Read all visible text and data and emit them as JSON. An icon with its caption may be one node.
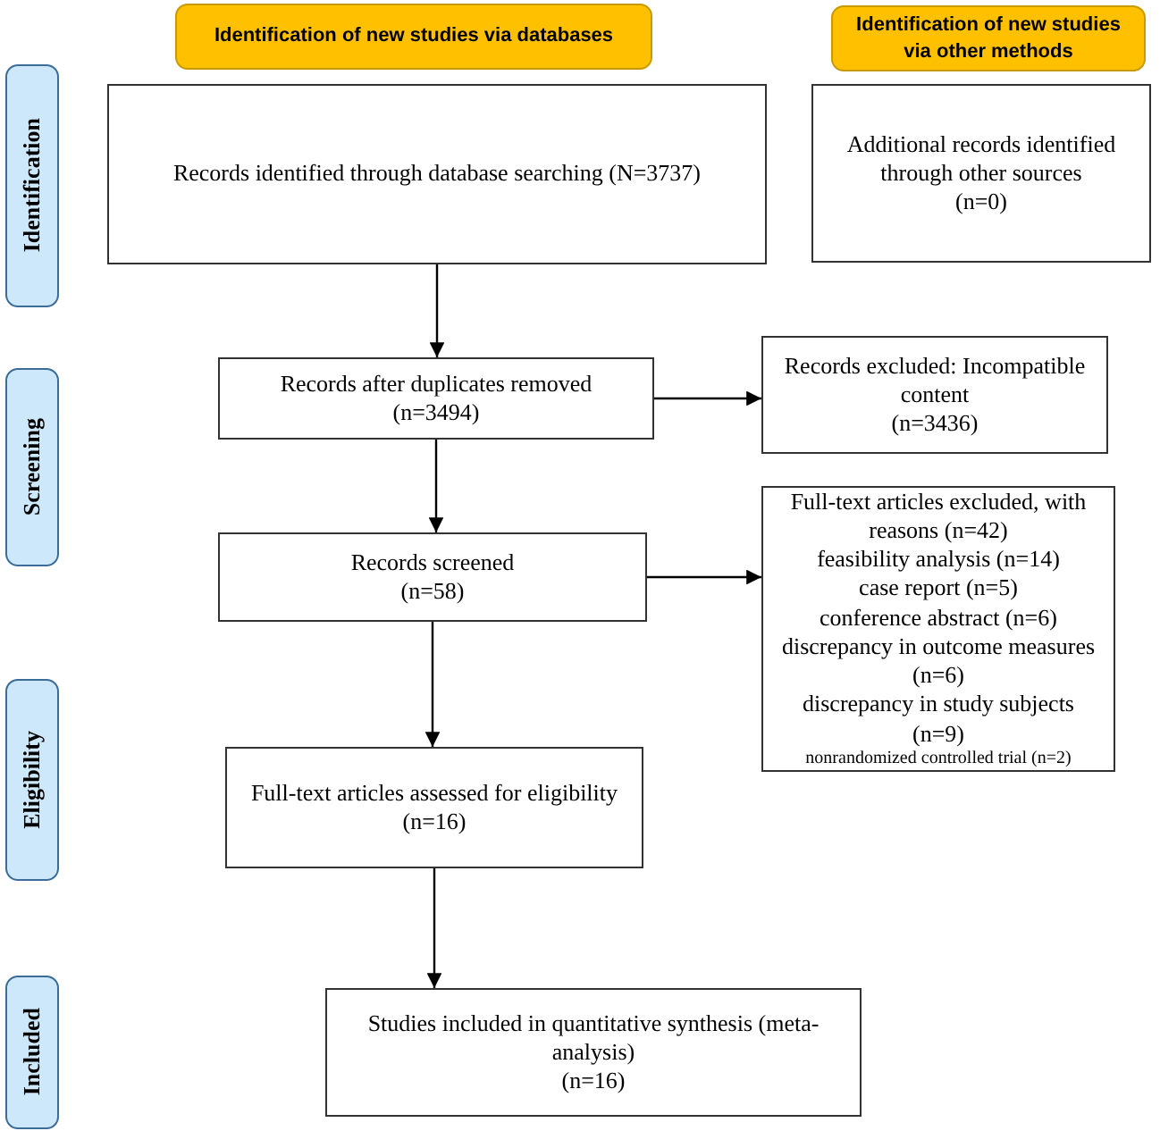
{
  "diagram": {
    "nodes": [
      {
        "text": [
          "Identification of new studies via databases"
        ]
      },
      {
        "text": [
          "Identification of new studies via other methods"
        ]
      },
      {
        "text": [
          "Identification"
        ]
      },
      {
        "text": [
          "Screening"
        ]
      },
      {
        "text": [
          "Eligibility"
        ]
      },
      {
        "text": [
          "Included"
        ]
      },
      {
        "text": [
          "Records identified through database searching (N=3737)"
        ]
      },
      {
        "text": [
          "Additional records identified through other sources",
          "(n=0)"
        ]
      },
      {
        "text": [
          "Records after duplicates removed",
          "(n=3494)"
        ]
      },
      {
        "text": [
          "Records excluded: Incompatible content",
          "(n=3436)"
        ]
      },
      {
        "text": [
          "Records screened",
          "(n=58)"
        ]
      },
      {
        "text": [
          "Full-text articles excluded, with reasons (n=42)",
          "feasibility analysis (n=14)",
          "case report (n=5)",
          "conference abstract (n=6)",
          "discrepancy in outcome measures (n=6)",
          "discrepancy in study subjects (n=9)",
          "nonrandomized controlled trial (n=2)"
        ]
      },
      {
        "text": [
          "Full-text articles assessed for eligibility",
          "(n=16)"
        ]
      },
      {
        "text": [
          "Studies included in quantitative synthesis (meta-analysis)",
          "(n=16)"
        ]
      }
    ],
    "edges": [
      {
        "from": 6,
        "to": 8,
        "arrow": "to"
      },
      {
        "from": 8,
        "to": 9,
        "arrow": "to"
      },
      {
        "from": 8,
        "to": 10,
        "arrow": "to"
      },
      {
        "from": 10,
        "to": 11,
        "arrow": "to"
      },
      {
        "from": 10,
        "to": 12,
        "arrow": "to"
      },
      {
        "from": 12,
        "to": 13,
        "arrow": "to"
      }
    ]
  }
}
